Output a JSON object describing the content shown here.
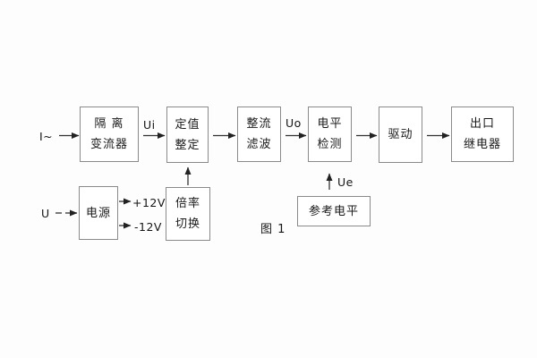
{
  "diagram": {
    "caption": "图 1",
    "colors": {
      "line": "#333333",
      "box_border": "#8a8a8a",
      "text": "#1a1a1a",
      "background": "#fdfdfd"
    },
    "labels": {
      "input_current": "I~",
      "input_voltage": "U",
      "ui": "Ui",
      "uo": "Uo",
      "ue": "Ue",
      "plus_rail": "+12V",
      "minus_rail": "-12V"
    },
    "blocks": {
      "isolation": {
        "line1": "隔 离",
        "line2": "变流器"
      },
      "setting": {
        "line1": "定值",
        "line2": "整定"
      },
      "rectifier": {
        "line1": "整流",
        "line2": "滤波"
      },
      "level": {
        "line1": "电平",
        "line2": "检测"
      },
      "driver": {
        "line1": "驱动"
      },
      "relay": {
        "line1": "出口",
        "line2": "继电器"
      },
      "power": {
        "line1": "电源"
      },
      "ratio": {
        "line1": "倍率",
        "line2": "切换"
      },
      "reference": {
        "line1": "参考电平"
      }
    }
  }
}
